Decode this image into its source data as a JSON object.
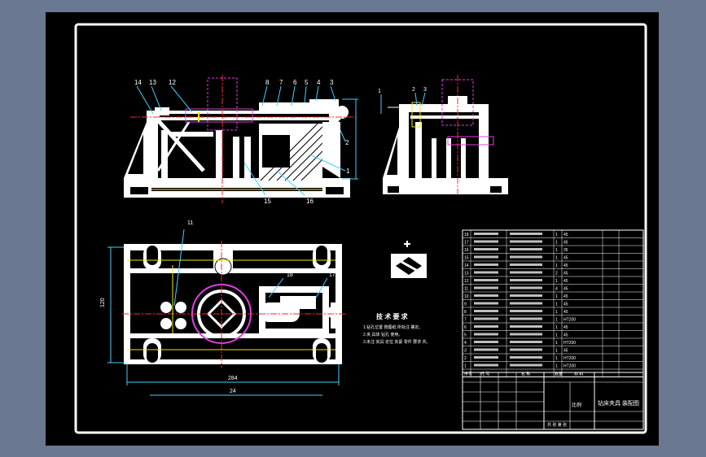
{
  "colors": {
    "page_bg": "#6b7891",
    "sheet": "#000000",
    "border": "#ffffff",
    "part": "#ffffff",
    "leader": "#3fd0ff",
    "accent_magenta": "#e040e0",
    "accent_red": "#ff2a2a",
    "accent_yellow": "#f3e21a",
    "accent_green": "#3fe03f"
  },
  "front_view": {
    "balloons": [
      "14",
      "13",
      "12",
      "8",
      "7",
      "6",
      "5",
      "4",
      "3",
      "2",
      "1",
      "15",
      "16"
    ]
  },
  "side_view": {
    "balloons": [
      "1",
      "2",
      "3"
    ]
  },
  "top_view": {
    "balloons": [
      "11",
      "18",
      "17"
    ],
    "dims": [
      "284",
      "24",
      "120"
    ]
  },
  "tech_req": {
    "title": "技 术 要 求",
    "lines": [
      "1.钻孔位置 按图纸 所标注 确定。",
      "2.夹 具体 钻孔 使用。",
      "3.未注 夹具 定位 夹紧 零件 要求 共。"
    ]
  },
  "bom": {
    "rows": [
      {
        "no": "18",
        "code": "",
        "name": "",
        "qty": "1",
        "mat": "45"
      },
      {
        "no": "17",
        "code": "",
        "name": "",
        "qty": "1",
        "mat": "45"
      },
      {
        "no": "16",
        "code": "",
        "name": "",
        "qty": "1",
        "mat": "35"
      },
      {
        "no": "15",
        "code": "",
        "name": "",
        "qty": "1",
        "mat": "45"
      },
      {
        "no": "14",
        "code": "",
        "name": "",
        "qty": "1",
        "mat": "45"
      },
      {
        "no": "13",
        "code": "",
        "name": "",
        "qty": "2",
        "mat": "45"
      },
      {
        "no": "12",
        "code": "",
        "name": "",
        "qty": "1",
        "mat": "45"
      },
      {
        "no": "11",
        "code": "",
        "name": "",
        "qty": "4",
        "mat": "45"
      },
      {
        "no": "10",
        "code": "",
        "name": "",
        "qty": "1",
        "mat": "45"
      },
      {
        "no": "9",
        "code": "",
        "name": "",
        "qty": "1",
        "mat": "45"
      },
      {
        "no": "8",
        "code": "",
        "name": "",
        "qty": "1",
        "mat": "45"
      },
      {
        "no": "7",
        "code": "",
        "name": "",
        "qty": "1",
        "mat": "HT200"
      },
      {
        "no": "6",
        "code": "",
        "name": "",
        "qty": "1",
        "mat": "45"
      },
      {
        "no": "5",
        "code": "",
        "name": "",
        "qty": "1",
        "mat": "45"
      },
      {
        "no": "4",
        "code": "",
        "name": "",
        "qty": "1",
        "mat": "HT200"
      },
      {
        "no": "3",
        "code": "",
        "name": "",
        "qty": "1",
        "mat": "45"
      },
      {
        "no": "2",
        "code": "",
        "name": "",
        "qty": "1",
        "mat": "HT200"
      },
      {
        "no": "1",
        "code": "",
        "name": "",
        "qty": "1",
        "mat": "HT200"
      }
    ],
    "header": [
      "序号",
      "代 号",
      "名 称",
      "数量",
      "材 料"
    ]
  },
  "title_block": {
    "drawing_title": "钻床夹具 装配图",
    "scale_label": "比例",
    "sheet_label": "共  张  第  张"
  }
}
